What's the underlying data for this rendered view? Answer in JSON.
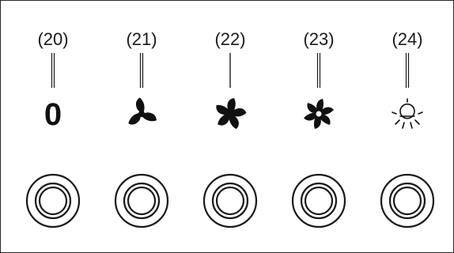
{
  "controls": [
    {
      "callout": "(20)",
      "symbol": "0",
      "icon": "off-zero-symbol"
    },
    {
      "callout": "(21)",
      "symbol": "",
      "icon": "fan-speed-1-icon"
    },
    {
      "callout": "(22)",
      "symbol": "",
      "icon": "fan-speed-2-icon"
    },
    {
      "callout": "(23)",
      "symbol": "",
      "icon": "fan-speed-3-icon"
    },
    {
      "callout": "(24)",
      "symbol": "",
      "icon": "light-bulb-icon"
    }
  ],
  "colors": {
    "line": "#1a1a1a",
    "background": "#ffffff"
  }
}
